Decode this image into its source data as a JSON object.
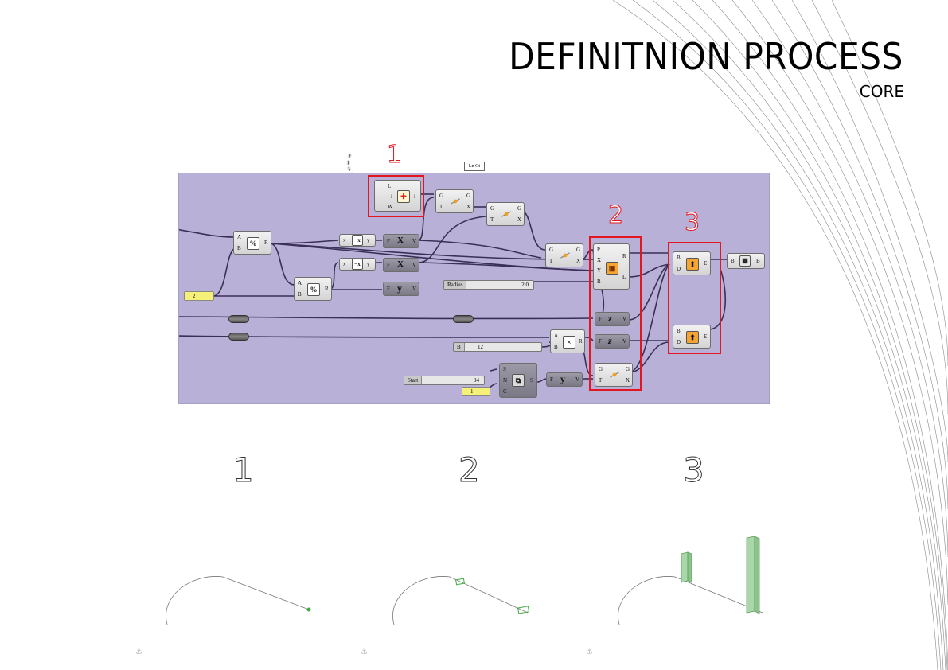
{
  "header": {
    "title": "DEFINITNION PROCESS",
    "subtitle": "CORE"
  },
  "group_tag": "Ln Ot",
  "steps": {
    "red_labels": [
      "1",
      "2",
      "3"
    ],
    "panel_labels": [
      "1",
      "2",
      "3"
    ]
  },
  "components": {
    "pe": {
      "l": "L",
      "i": "i",
      "w": "W",
      "o": "i"
    },
    "eval1": {
      "g": "G",
      "t": "T",
      "og": "G",
      "ox": "X"
    },
    "eval2": {
      "g": "G",
      "t": "T",
      "og": "G",
      "ox": "X"
    },
    "div1": {
      "a": "A",
      "b": "B",
      "r": "R"
    },
    "div2": {
      "a": "A",
      "b": "B",
      "r": "R"
    },
    "neg1": {
      "x": "x",
      "y": "y"
    },
    "neg2": {
      "x": "x",
      "y": "y"
    },
    "unitx1": {
      "f": "F",
      "v": "V"
    },
    "unitx2": {
      "f": "F",
      "v": "V"
    },
    "unity": {
      "f": "F",
      "v": "V"
    },
    "eval3": {
      "g": "G",
      "t": "T",
      "og": "G",
      "ox": "X"
    },
    "rect": {
      "p": "P",
      "x": "X",
      "y": "Y",
      "r": "R",
      "or": "R",
      "ol": "L"
    },
    "unitz1": {
      "f": "F",
      "v": "V"
    },
    "unitz2": {
      "f": "F",
      "v": "V"
    },
    "mult": {
      "a": "A",
      "b": "B",
      "r": "R"
    },
    "eval4": {
      "g": "G",
      "t": "T",
      "og": "G",
      "ox": "X"
    },
    "series": {
      "s": "S",
      "n": "N",
      "c": "C",
      "os": "S"
    },
    "unity2": {
      "f": "F",
      "v": "V"
    },
    "ext1": {
      "b": "B",
      "d": "D",
      "e": "E"
    },
    "ext2": {
      "b": "B",
      "d": "D",
      "e": "E"
    },
    "cap": {
      "b": "B",
      "ob": "B"
    }
  },
  "sliders": {
    "radius": {
      "label": "Radius",
      "value": "2.0"
    },
    "count": {
      "label": "B",
      "value": "12"
    },
    "start": {
      "label": "Start",
      "value": "94"
    }
  },
  "panels": {
    "two": "2",
    "one": "1"
  },
  "icons": {
    "neg": "−x",
    "unitx": "X",
    "unity": "y",
    "unitz": "z",
    "mult": "×"
  },
  "colors": {
    "canvas": "#b9b0d8",
    "highlight": "#e3161f",
    "geometry": "#3fae3f"
  }
}
